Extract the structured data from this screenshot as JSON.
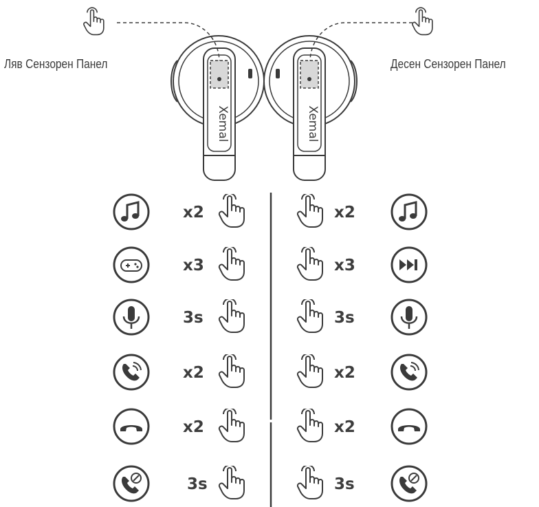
{
  "labels": {
    "left_touch_panel": "Ляв Сензорен Панел",
    "right_touch_panel": "Десен Сензорен Панел",
    "brand": "Xemal"
  },
  "left_controls": [
    {
      "icon": "music-note-icon",
      "count": "x2"
    },
    {
      "icon": "gamepad-icon",
      "count": "x3"
    },
    {
      "icon": "microphone-icon",
      "count": "3s"
    },
    {
      "icon": "answer-call-icon",
      "count": "x2"
    },
    {
      "icon": "hang-up-icon",
      "count": "x2"
    },
    {
      "icon": "reject-call-icon",
      "count": "3s"
    }
  ],
  "right_controls": [
    {
      "icon": "music-note-icon",
      "count": "x2"
    },
    {
      "icon": "next-track-icon",
      "count": "x3"
    },
    {
      "icon": "microphone-icon",
      "count": "3s"
    },
    {
      "icon": "answer-call-icon",
      "count": "x2"
    },
    {
      "icon": "hang-up-icon",
      "count": "x2"
    },
    {
      "icon": "reject-call-icon",
      "count": "3s"
    }
  ],
  "colors": {
    "stroke": "#3a3a3a",
    "text": "#3d3d3d",
    "background": "#ffffff"
  }
}
